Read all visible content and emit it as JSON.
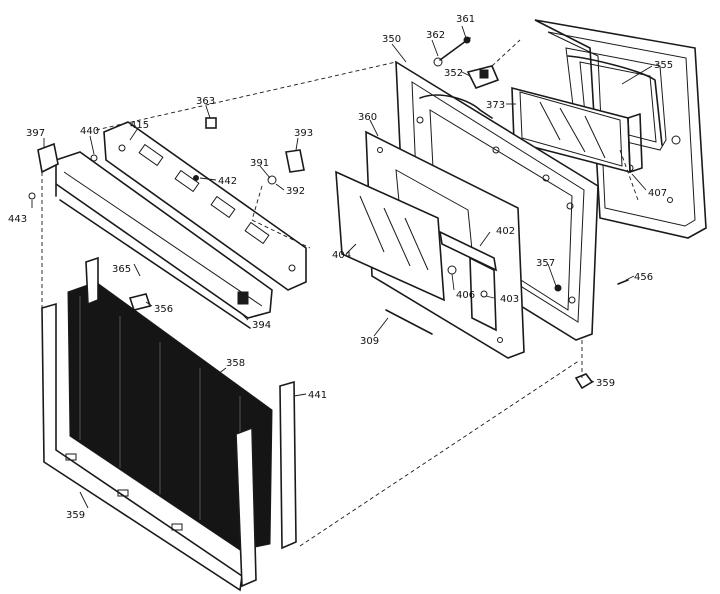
{
  "parts": [
    {
      "id": "p350",
      "label": "350"
    },
    {
      "id": "p362",
      "label": "362"
    },
    {
      "id": "p361",
      "label": "361"
    },
    {
      "id": "p355",
      "label": "355"
    },
    {
      "id": "p352",
      "label": "352"
    },
    {
      "id": "p373",
      "label": "373"
    },
    {
      "id": "p407",
      "label": "407"
    },
    {
      "id": "p363",
      "label": "363"
    },
    {
      "id": "p397",
      "label": "397"
    },
    {
      "id": "p440",
      "label": "440"
    },
    {
      "id": "p415",
      "label": "415"
    },
    {
      "id": "p393",
      "label": "393"
    },
    {
      "id": "p391",
      "label": "391"
    },
    {
      "id": "p392",
      "label": "392"
    },
    {
      "id": "p442",
      "label": "442"
    },
    {
      "id": "p443",
      "label": "443"
    },
    {
      "id": "p360",
      "label": "360"
    },
    {
      "id": "p402",
      "label": "402"
    },
    {
      "id": "p404",
      "label": "404"
    },
    {
      "id": "p406",
      "label": "406"
    },
    {
      "id": "p403",
      "label": "403"
    },
    {
      "id": "p357",
      "label": "357"
    },
    {
      "id": "p456",
      "label": "456"
    },
    {
      "id": "p365",
      "label": "365"
    },
    {
      "id": "p356",
      "label": "356"
    },
    {
      "id": "p394",
      "label": "394"
    },
    {
      "id": "p309",
      "label": "309"
    },
    {
      "id": "p358",
      "label": "358"
    },
    {
      "id": "p441",
      "label": "441"
    },
    {
      "id": "p359a",
      "label": "359"
    },
    {
      "id": "p359b",
      "label": "359"
    }
  ]
}
